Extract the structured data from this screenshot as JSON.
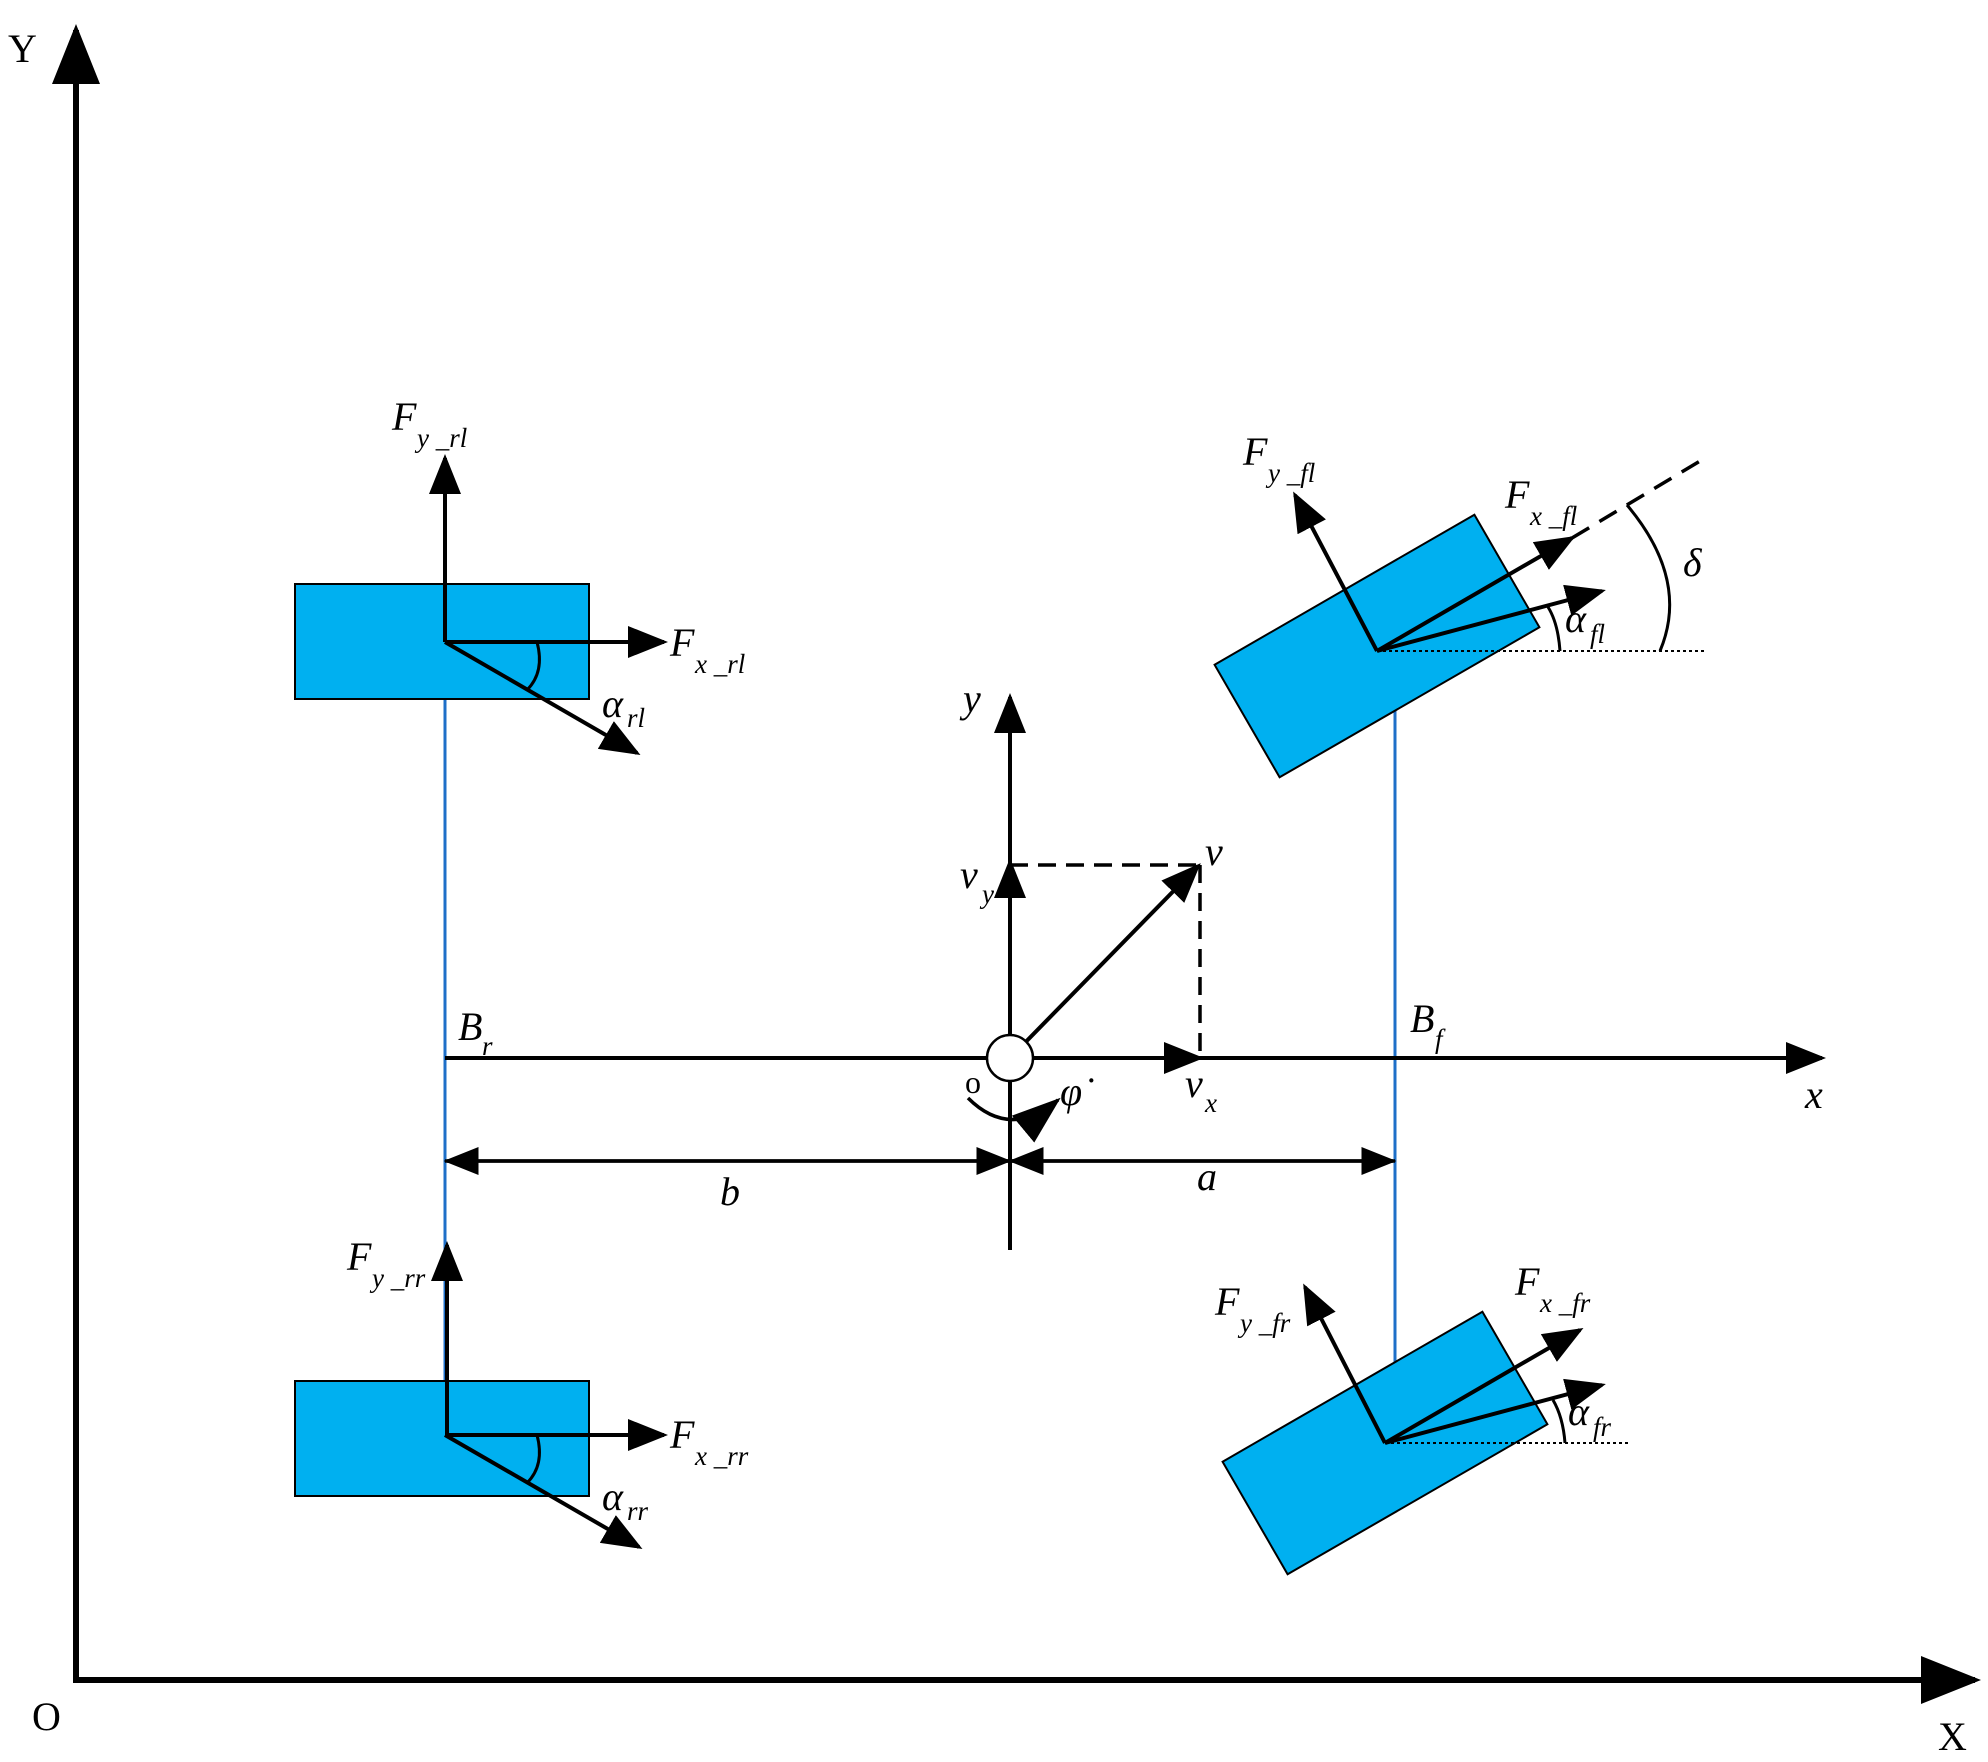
{
  "colors": {
    "tire": "#00b0f0",
    "wheelbase_line": "#1e6fc8",
    "stroke": "#000000"
  },
  "global_axes": {
    "x_label": "X",
    "y_label": "Y",
    "origin_label": "O"
  },
  "body_axes": {
    "x_label": "x",
    "y_label": "y",
    "cg_label": "o"
  },
  "velocity": {
    "v": "v",
    "vx": "v",
    "vx_sub": "x",
    "vy": "v",
    "vy_sub": "y",
    "yaw_rate": "φ̇"
  },
  "dimensions": {
    "a": "a",
    "b": "b",
    "front_track": "B",
    "front_track_sub": "f",
    "rear_track": "B",
    "rear_track_sub": "r"
  },
  "steer_angle": "δ",
  "wheels": {
    "rear_left": {
      "fy": "F",
      "fy_sub": "y _rl",
      "fx": "F",
      "fx_sub": "x _rl",
      "alpha": "α",
      "alpha_sub": "rl"
    },
    "rear_right": {
      "fy": "F",
      "fy_sub": "y _rr",
      "fx": "F",
      "fx_sub": "x _rr",
      "alpha": "α",
      "alpha_sub": "rr"
    },
    "front_left": {
      "fy": "F",
      "fy_sub": "y _fl",
      "fx": "F",
      "fx_sub": "x _fl",
      "alpha": "α",
      "alpha_sub": "fl"
    },
    "front_right": {
      "fy": "F",
      "fy_sub": "y _fr",
      "fx": "F",
      "fx_sub": "x _fr",
      "alpha": "α",
      "alpha_sub": "fr"
    }
  }
}
